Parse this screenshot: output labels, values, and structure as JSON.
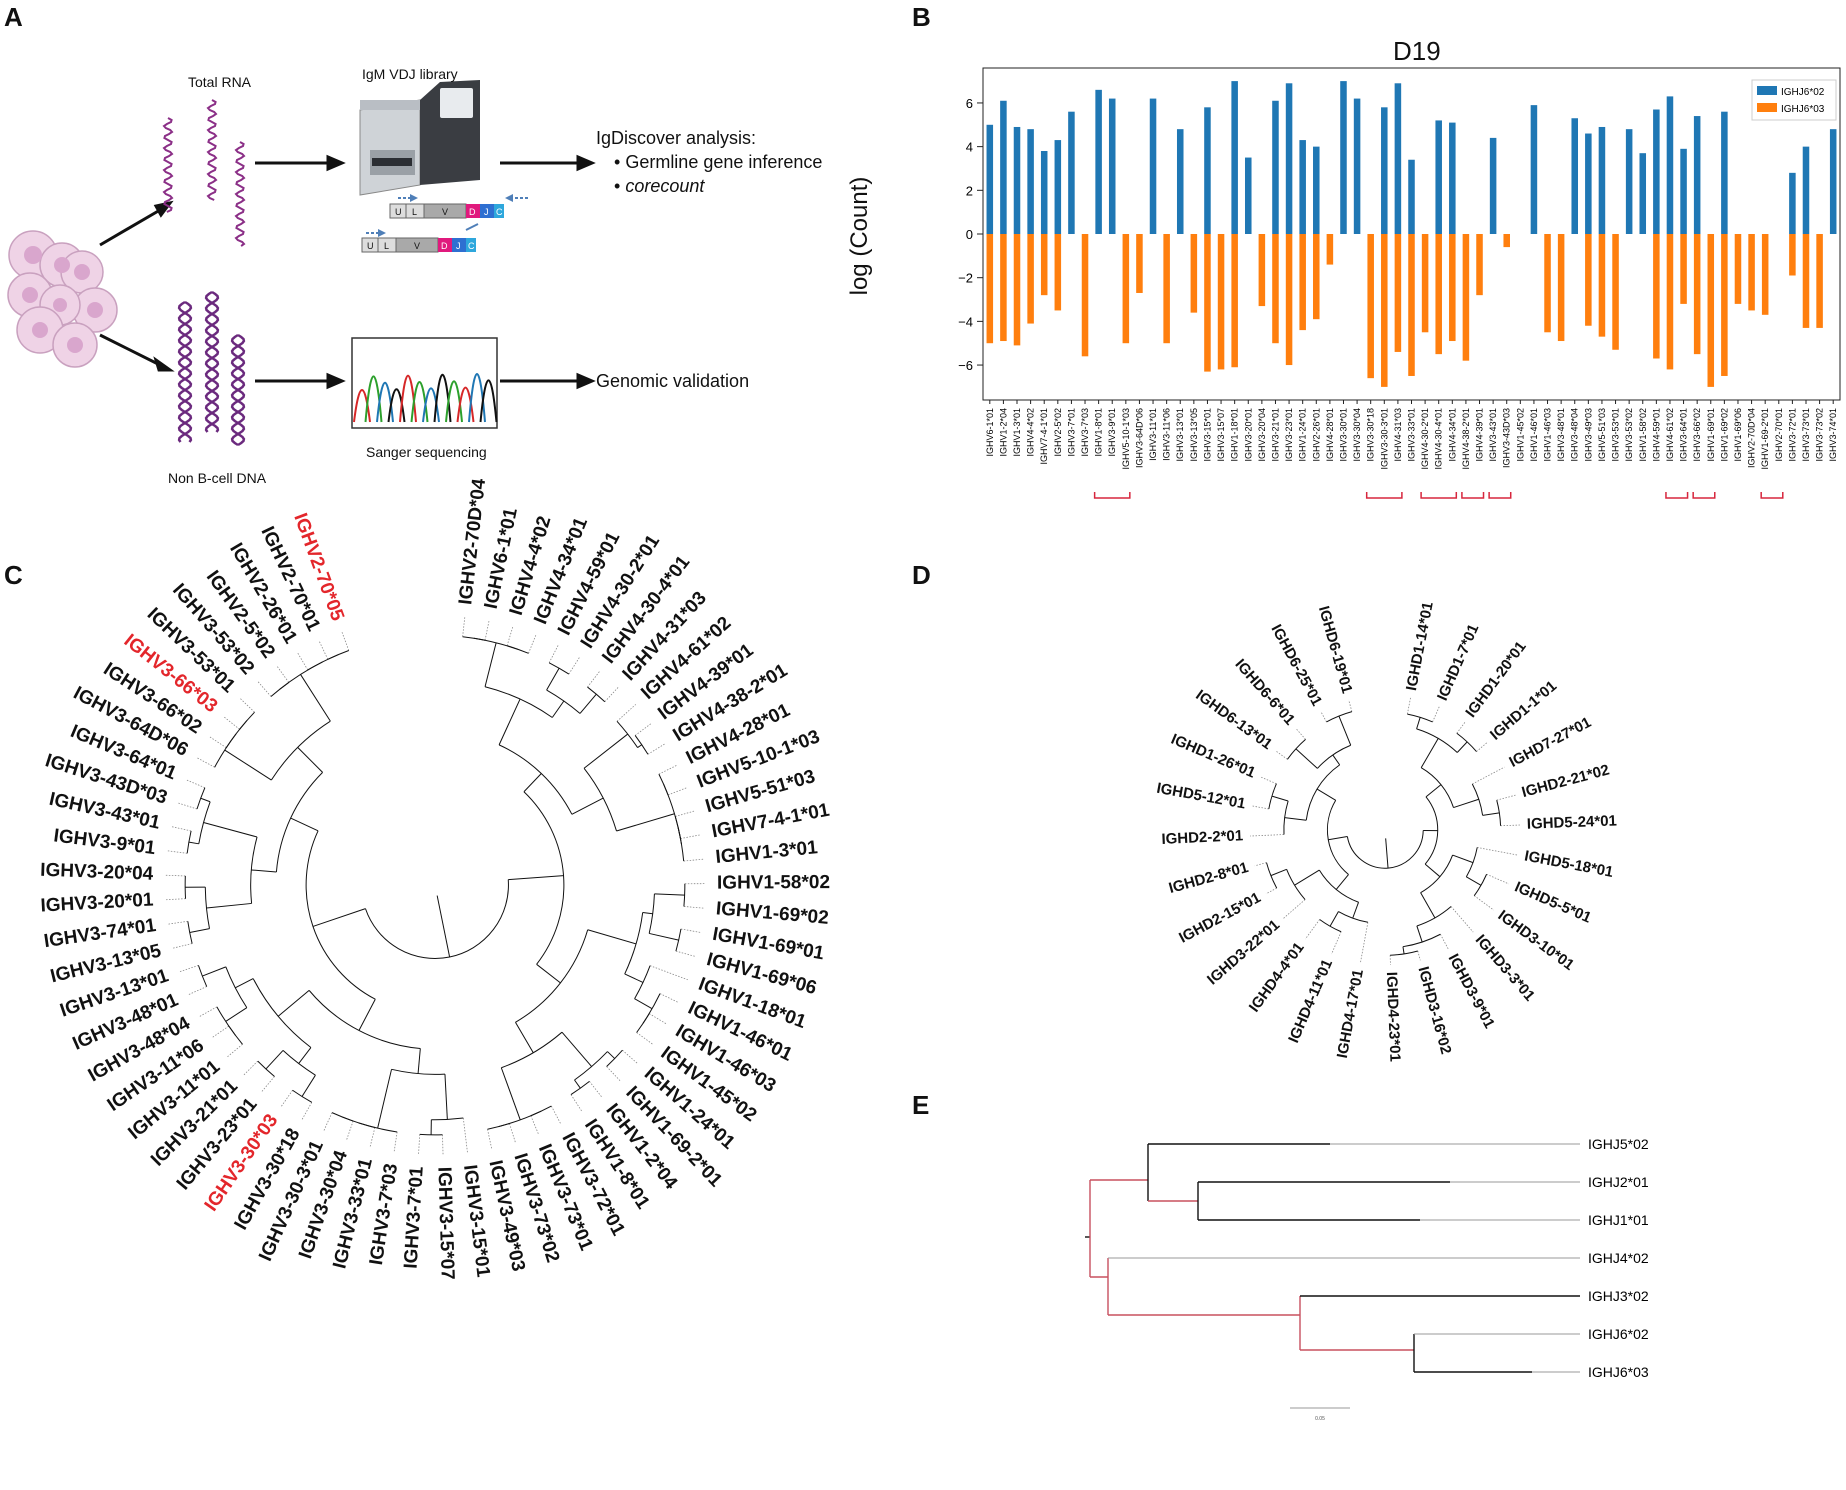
{
  "panel_letters": [
    "A",
    "B",
    "C",
    "D",
    "E"
  ],
  "panel_a": {
    "total_rna": "Total RNA",
    "library": "IgM VDJ library",
    "analysis_title": "IgDiscover analysis:",
    "analysis_items": [
      "Germline gene inference",
      "corecount"
    ],
    "non_b_cell": "Non B-cell DNA",
    "sanger": "Sanger sequencing",
    "validation": "Genomic validation",
    "segments": [
      "U",
      "L",
      "V",
      "D",
      "J",
      "C"
    ]
  },
  "chart_data": {
    "type": "bar",
    "title": "D19",
    "ylabel": "log (Count)",
    "ylim": [
      -7.6,
      7.6
    ],
    "yticks": [
      -6,
      -4,
      -2,
      0,
      2,
      4,
      6
    ],
    "legend_position": "top-right",
    "categories": [
      "IGHV6-1*01",
      "IGHV1-2*04",
      "IGHV1-3*01",
      "IGHV4-4*02",
      "IGHV7-4-1*01",
      "IGHV2-5*02",
      "IGHV3-7*01",
      "IGHV3-7*03",
      "IGHV1-8*01",
      "IGHV3-9*01",
      "IGHV5-10-1*03",
      "IGHV3-64D*06",
      "IGHV3-11*01",
      "IGHV3-11*06",
      "IGHV3-13*01",
      "IGHV3-13*05",
      "IGHV3-15*01",
      "IGHV3-15*07",
      "IGHV1-18*01",
      "IGHV3-20*01",
      "IGHV3-20*04",
      "IGHV3-21*01",
      "IGHV3-23*01",
      "IGHV1-24*01",
      "IGHV2-26*01",
      "IGHV4-28*01",
      "IGHV3-30*01",
      "IGHV3-30*04",
      "IGHV3-30*18",
      "IGHV3-30-3*01",
      "IGHV4-31*03",
      "IGHV3-33*01",
      "IGHV4-30-2*01",
      "IGHV4-30-4*01",
      "IGHV4-34*01",
      "IGHV4-38-2*01",
      "IGHV4-39*01",
      "IGHV3-43*01",
      "IGHV3-43D*03",
      "IGHV1-45*02",
      "IGHV1-46*01",
      "IGHV1-46*03",
      "IGHV3-48*01",
      "IGHV3-48*04",
      "IGHV3-49*03",
      "IGHV5-51*03",
      "IGHV3-53*01",
      "IGHV3-53*02",
      "IGHV1-58*02",
      "IGHV4-59*01",
      "IGHV4-61*02",
      "IGHV3-64*01",
      "IGHV3-66*02",
      "IGHV1-69*01",
      "IGHV1-69*02",
      "IGHV1-69*06",
      "IGHV2-70D*04",
      "IGHV1-69-2*01",
      "IGHV2-70*01",
      "IGHV3-72*01",
      "IGHV3-73*01",
      "IGHV3-73*02",
      "IGHV3-74*01"
    ],
    "series": [
      {
        "name": "IGHJ6*02",
        "color": "#1f77b4",
        "values": [
          5.0,
          6.1,
          4.9,
          4.8,
          3.8,
          4.3,
          5.6,
          0,
          6.6,
          6.2,
          0,
          0,
          6.2,
          0,
          4.8,
          0,
          5.8,
          0,
          7.0,
          3.5,
          0,
          6.1,
          6.9,
          4.3,
          4.0,
          0,
          7.0,
          6.2,
          0,
          5.8,
          6.9,
          3.4,
          0,
          5.2,
          5.1,
          0,
          0,
          4.4,
          0,
          0,
          5.9,
          0,
          0,
          5.3,
          4.6,
          4.9,
          0,
          4.8,
          3.7,
          5.7,
          6.3,
          3.9,
          5.4,
          0,
          5.6,
          0,
          0,
          0,
          0,
          2.8,
          4.0,
          0,
          4.8
        ]
      },
      {
        "name": "IGHJ6*03",
        "color": "#ff7f0e",
        "values": [
          -5.0,
          -4.9,
          -5.1,
          -4.1,
          -2.8,
          -3.5,
          0,
          -5.6,
          0,
          0,
          -5.0,
          -2.7,
          0,
          -5.0,
          0,
          -3.6,
          -6.3,
          -6.2,
          -6.1,
          0,
          -3.3,
          -5.0,
          -6.0,
          -4.4,
          -3.9,
          -1.4,
          0,
          0,
          -6.6,
          -7.0,
          -5.4,
          -6.5,
          -4.5,
          -5.5,
          -4.9,
          -5.8,
          -2.8,
          0,
          -0.6,
          0,
          0,
          -4.5,
          -4.9,
          0,
          -4.2,
          -4.7,
          -5.3,
          0,
          0,
          -5.7,
          -6.2,
          -3.2,
          -5.5,
          -7.0,
          -6.5,
          -3.2,
          -3.5,
          -3.7,
          0,
          -1.9,
          -4.3,
          -4.3,
          0
        ]
      }
    ],
    "bracket_groups": [
      [
        "IGHV1-8*01",
        "IGHV5-10-1*03"
      ],
      [
        "IGHV3-30*18",
        "IGHV4-31*03"
      ],
      [
        "IGHV4-30-2*01",
        "IGHV4-34*01"
      ],
      [
        "IGHV4-38-2*01",
        "IGHV4-39*01"
      ],
      [
        "IGHV3-43*01",
        "IGHV3-43D*03"
      ],
      [
        "IGHV4-61*02",
        "IGHV3-64*01"
      ],
      [
        "IGHV3-66*02",
        "IGHV1-69*01"
      ],
      [
        "IGHV1-69-2*01",
        "IGHV2-70*01"
      ]
    ]
  },
  "panel_c_tree": {
    "highlight_color": "#e3262b",
    "leaves": [
      "IGHV2-70D*04",
      "IGHV6-1*01",
      "IGHV4-4*02",
      "IGHV4-34*01",
      "IGHV4-59*01",
      "IGHV4-30-2*01",
      "IGHV4-30-4*01",
      "IGHV4-31*03",
      "IGHV4-61*02",
      "IGHV4-39*01",
      "IGHV4-38-2*01",
      "IGHV4-28*01",
      "IGHV5-10-1*03",
      "IGHV5-51*03",
      "IGHV7-4-1*01",
      "IGHV1-3*01",
      "IGHV1-58*02",
      "IGHV1-69*02",
      "IGHV1-69*01",
      "IGHV1-69*06",
      "IGHV1-18*01",
      "IGHV1-46*01",
      "IGHV1-46*03",
      "IGHV1-45*02",
      "IGHV1-24*01",
      "IGHV1-69-2*01",
      "IGHV1-2*04",
      "IGHV1-8*01",
      "IGHV3-72*01",
      "IGHV3-73*01",
      "IGHV3-73*02",
      "IGHV3-49*03",
      "IGHV3-15*01",
      "IGHV3-15*07",
      "IGHV3-7*01",
      "IGHV3-7*03",
      "IGHV3-33*01",
      "IGHV3-30*04",
      "IGHV3-30-3*01",
      "IGHV3-30*18",
      "IGHV3-30*03",
      "IGHV3-23*01",
      "IGHV3-21*01",
      "IGHV3-11*01",
      "IGHV3-11*06",
      "IGHV3-48*04",
      "IGHV3-48*01",
      "IGHV3-13*01",
      "IGHV3-13*05",
      "IGHV3-74*01",
      "IGHV3-20*01",
      "IGHV3-20*04",
      "IGHV3-9*01",
      "IGHV3-43*01",
      "IGHV3-43D*03",
      "IGHV3-64*01",
      "IGHV3-64D*06",
      "IGHV3-66*02",
      "IGHV3-66*03",
      "IGHV3-53*01",
      "IGHV3-53*02",
      "IGHV2-5*02",
      "IGHV2-26*01",
      "IGHV2-70*01",
      "IGHV2-70*05"
    ],
    "highlighted": [
      "IGHV2-70*05",
      "IGHV3-66*03",
      "IGHV3-30*03"
    ]
  },
  "panel_d_tree": {
    "leaves": [
      "IGHD1-14*01",
      "IGHD1-7*01",
      "IGHD1-20*01",
      "IGHD1-1*01",
      "IGHD7-27*01",
      "IGHD2-21*02",
      "IGHD5-24*01",
      "IGHD5-18*01",
      "IGHD5-5*01",
      "IGHD3-10*01",
      "IGHD3-3*01",
      "IGHD3-9*01",
      "IGHD3-16*02",
      "IGHD4-23*01",
      "IGHD4-17*01",
      "IGHD4-11*01",
      "IGHD4-4*01",
      "IGHD3-22*01",
      "IGHD2-15*01",
      "IGHD2-8*01",
      "IGHD2-2*01",
      "IGHD5-12*01",
      "IGHD1-26*01",
      "IGHD6-13*01",
      "IGHD6-6*01",
      "IGHD6-25*01",
      "IGHD6-19*01"
    ]
  },
  "panel_e_tree": {
    "leaves": [
      "IGHJ5*02",
      "IGHJ2*01",
      "IGHJ1*01",
      "IGHJ4*02",
      "IGHJ3*02",
      "IGHJ6*02",
      "IGHJ6*03"
    ],
    "scale_label": "0.05"
  }
}
